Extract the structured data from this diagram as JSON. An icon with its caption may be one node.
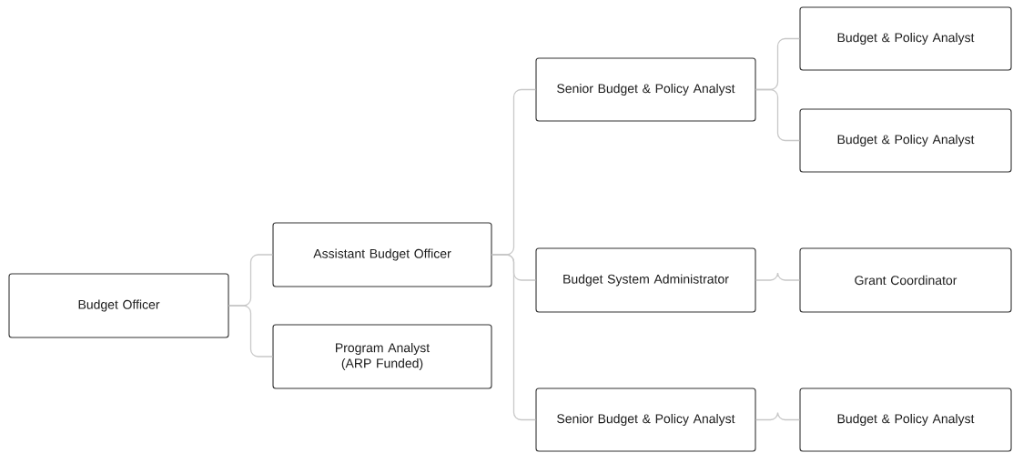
{
  "diagram": {
    "nodes": [
      {
        "text": [
          "Budget Officer"
        ]
      },
      {
        "text": [
          "Assistant Budget Officer"
        ]
      },
      {
        "text": [
          "Program Analyst (ARP Funded)"
        ]
      },
      {
        "text": [
          "Senior Budget & Policy Analyst"
        ]
      },
      {
        "text": [
          "Budget & Policy Analyst"
        ]
      },
      {
        "text": [
          "Budget & Policy Analyst"
        ]
      },
      {
        "text": [
          "Budget System Administrator"
        ]
      },
      {
        "text": [
          "Grant Coordinator"
        ]
      },
      {
        "text": [
          "Senior Budget & Policy Analyst"
        ]
      },
      {
        "text": [
          "Budget & Policy Analyst"
        ]
      }
    ],
    "edges": [
      {
        "from": 0,
        "to": 1,
        "arrow": "none"
      },
      {
        "from": 0,
        "to": 2,
        "arrow": "none"
      },
      {
        "from": 1,
        "to": 3,
        "arrow": "none"
      },
      {
        "from": 1,
        "to": 6,
        "arrow": "none"
      },
      {
        "from": 1,
        "to": 8,
        "arrow": "none"
      },
      {
        "from": 3,
        "to": 4,
        "arrow": "none"
      },
      {
        "from": 3,
        "to": 5,
        "arrow": "none"
      },
      {
        "from": 6,
        "to": 7,
        "arrow": "none"
      },
      {
        "from": 8,
        "to": 9,
        "arrow": "none"
      }
    ]
  }
}
